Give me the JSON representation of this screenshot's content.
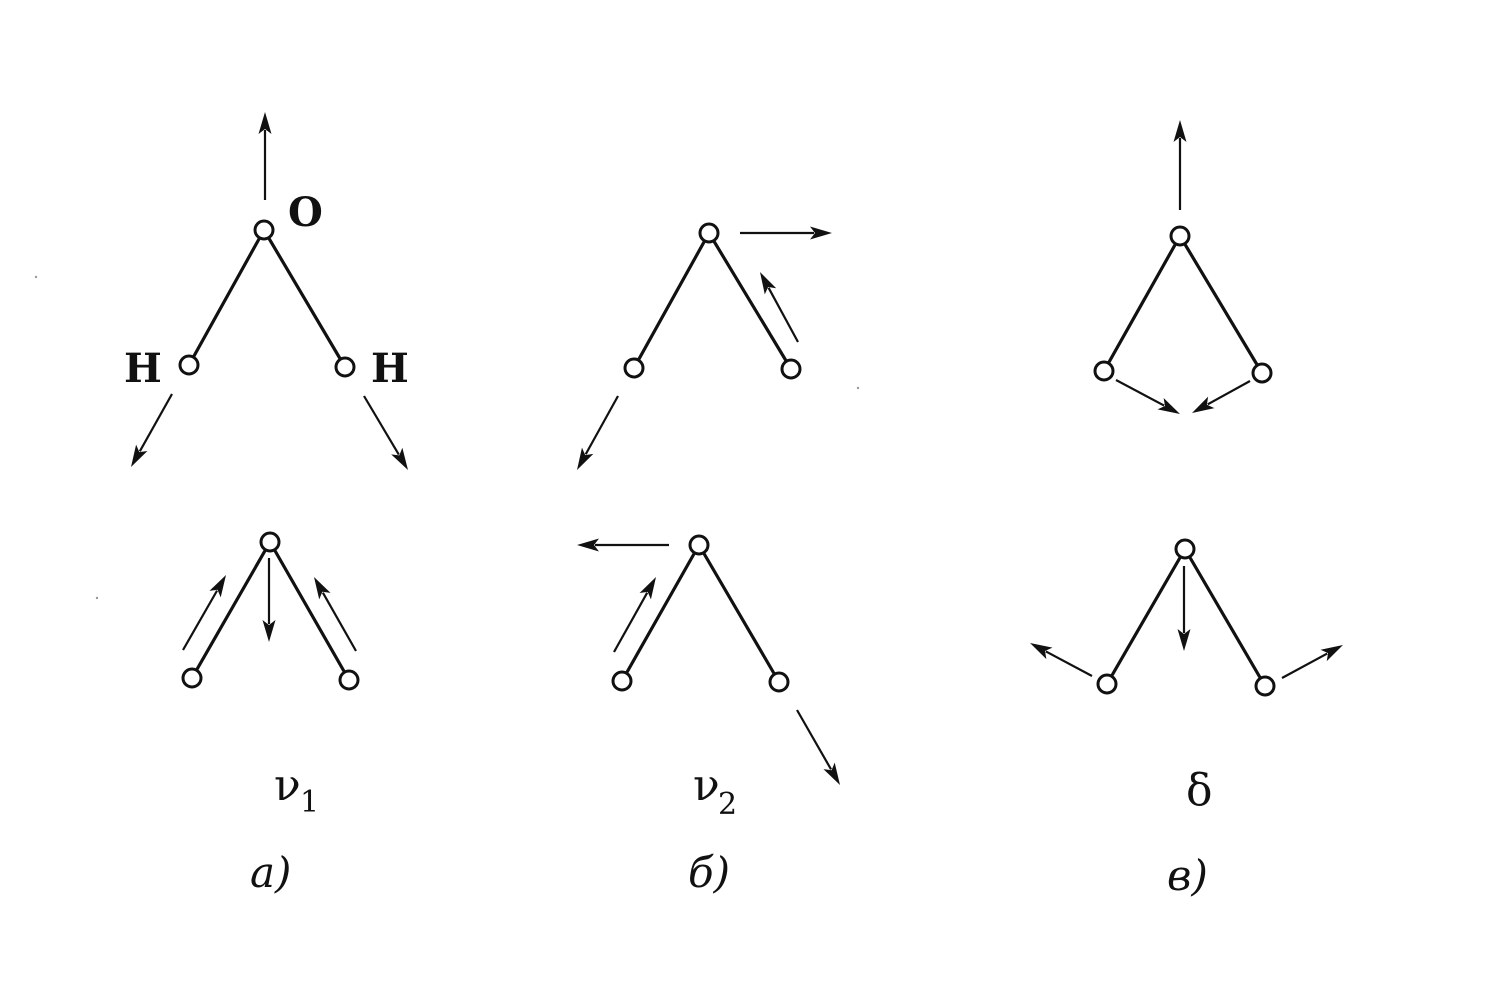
{
  "atoms": {
    "oxygen": "O",
    "hydrogen_left": "H",
    "hydrogen_right": "H"
  },
  "modes": [
    {
      "symbol": "ν",
      "subscript": "1",
      "panel": "а)"
    },
    {
      "symbol": "ν",
      "subscript": "2",
      "panel": "б)"
    },
    {
      "symbol": "δ",
      "subscript": "",
      "panel": "в)"
    }
  ]
}
